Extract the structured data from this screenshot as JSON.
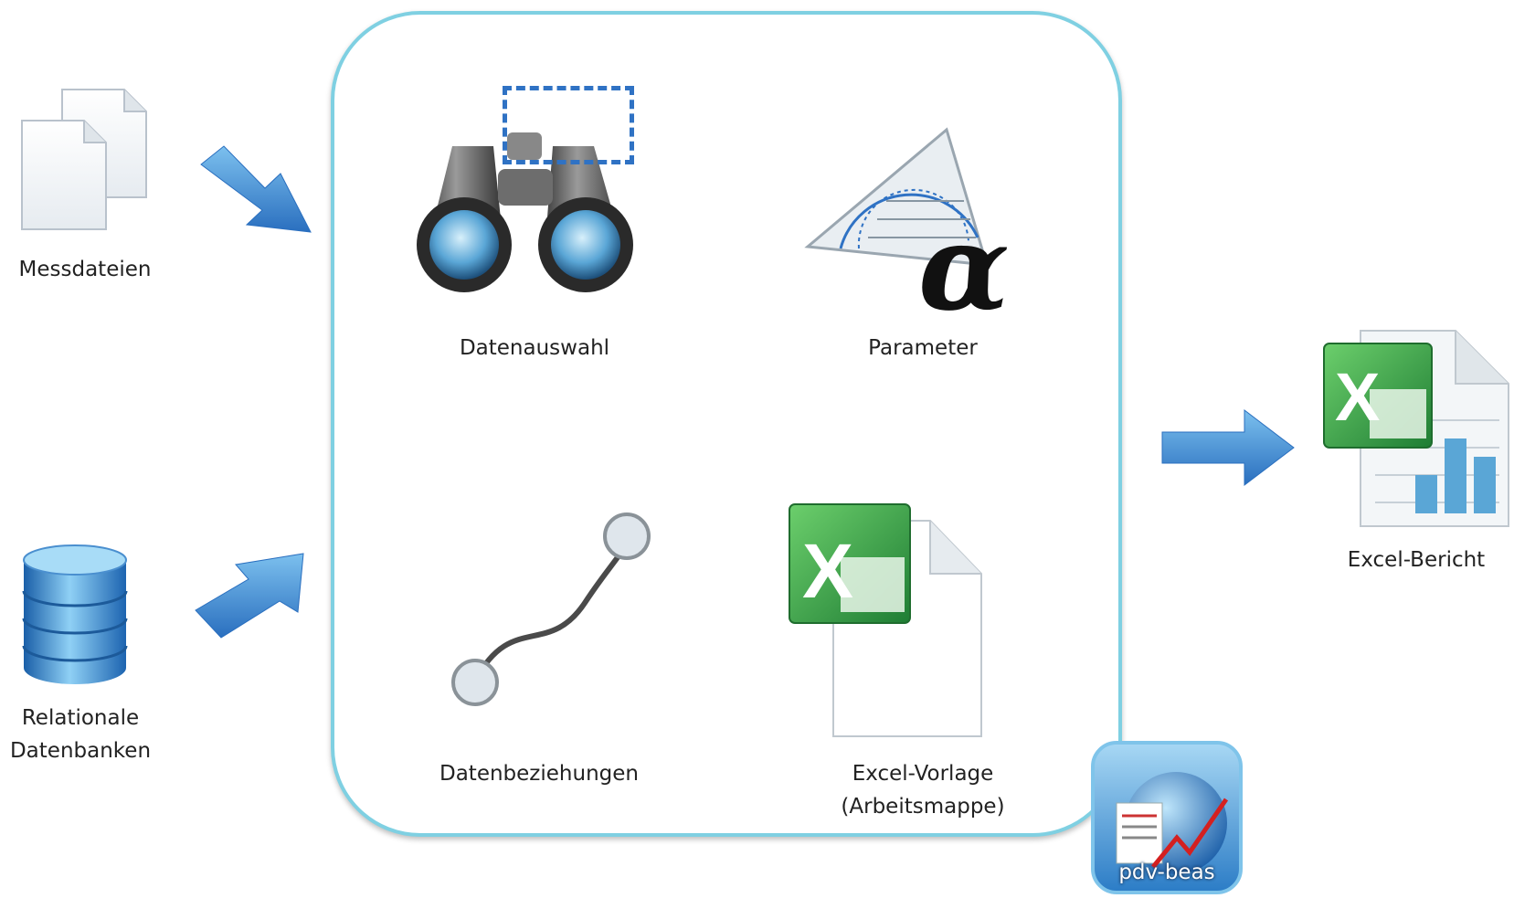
{
  "inputs": {
    "measurement_files": "Messdateien",
    "databases_line1": "Relationale",
    "databases_line2": "Datenbanken"
  },
  "process": {
    "data_selection": "Datenauswahl",
    "parameters": "Parameter",
    "parameter_symbol": "α",
    "data_relations": "Datenbeziehungen",
    "template_line1": "Excel-Vorlage",
    "template_line2": "(Arbeitsmappe)"
  },
  "output": {
    "report": "Excel-Bericht"
  },
  "brand": {
    "product_badge": "pdv-beas"
  },
  "colors": {
    "frame": "#7fd0e2",
    "arrow": "#3f8fd6",
    "excel_green": "#2e9a3f",
    "selection_box": "#2f72c4"
  }
}
